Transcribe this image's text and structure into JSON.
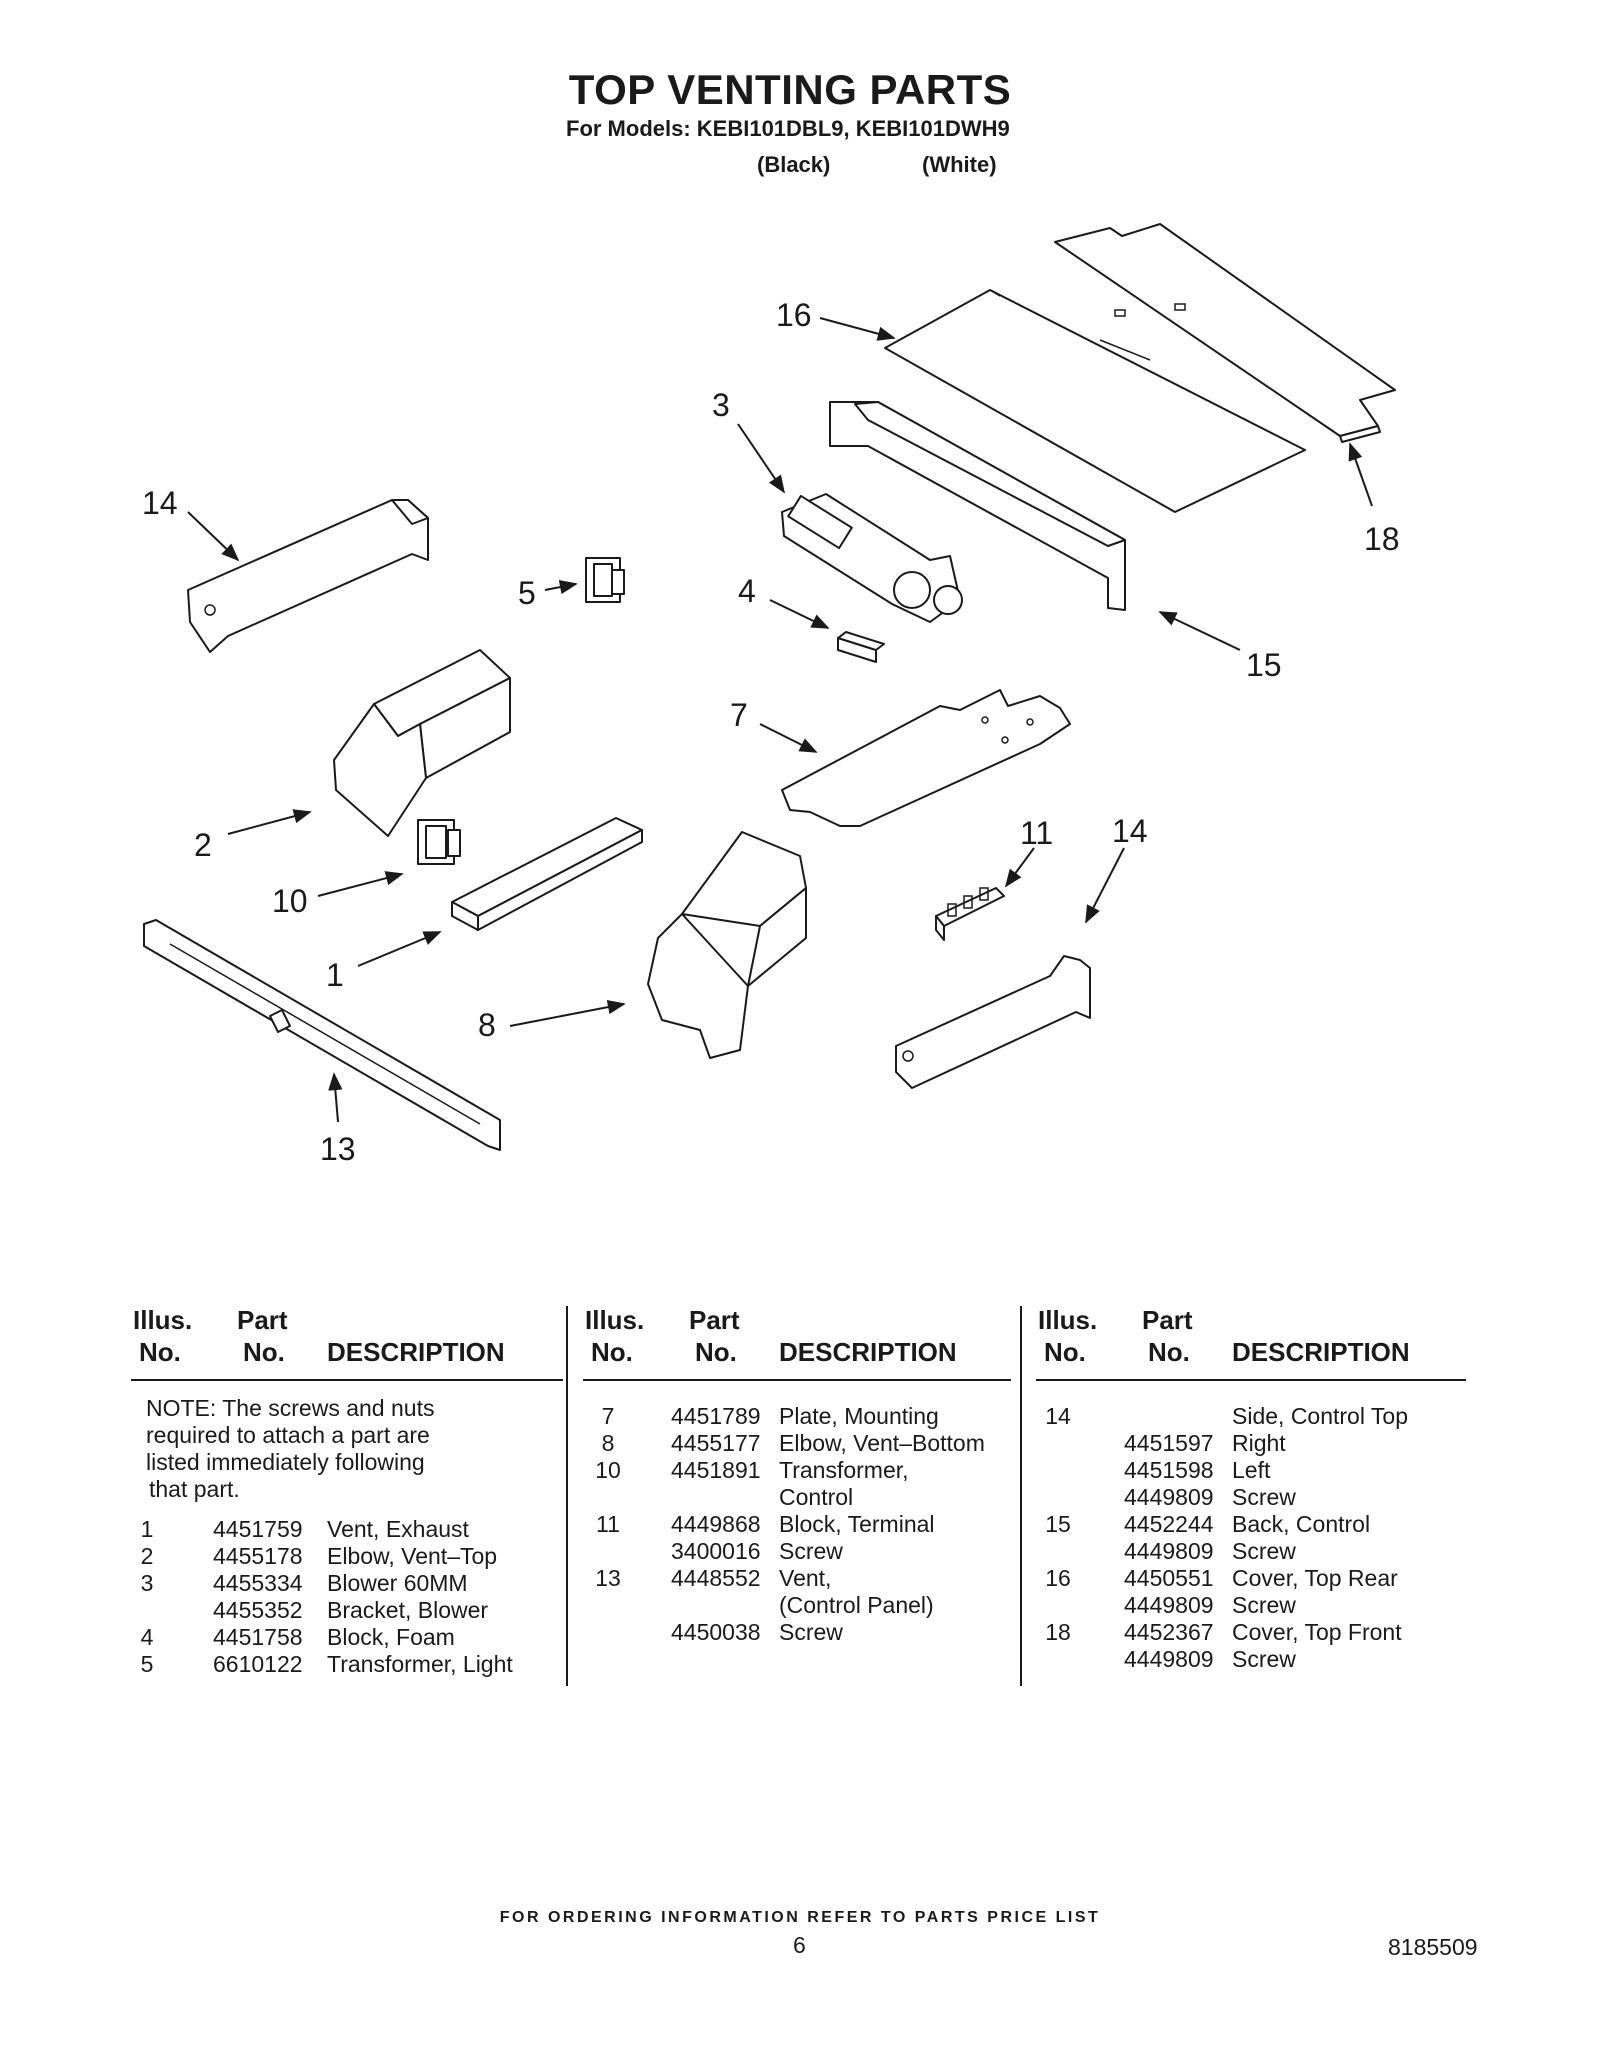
{
  "header": {
    "title": "TOP VENTING PARTS",
    "subtitle": "For Models: KEBI101DBL9, KEBI101DWH9",
    "color_black": "(Black)",
    "color_white": "(White)"
  },
  "callouts": [
    "16",
    "3",
    "14",
    "5",
    "4",
    "18",
    "15",
    "7",
    "2",
    "10",
    "1",
    "8",
    "11",
    "14",
    "13"
  ],
  "table": {
    "headers": {
      "illus_line1": "Illus.",
      "illus_line2": "No.",
      "part_line1": "Part",
      "part_line2": "No.",
      "description": "DESCRIPTION"
    },
    "note": [
      "NOTE: The screws and nuts",
      "required to attach a part are",
      "listed immediately following",
      "that part."
    ],
    "column1": [
      {
        "illus": "1",
        "part": "4451759",
        "desc": "Vent, Exhaust"
      },
      {
        "illus": "2",
        "part": "4455178",
        "desc": "Elbow, Vent–Top"
      },
      {
        "illus": "3",
        "part": "4455334",
        "desc": "Blower 60MM"
      },
      {
        "illus": "",
        "part": "4455352",
        "desc": "Bracket, Blower"
      },
      {
        "illus": "4",
        "part": "4451758",
        "desc": "Block, Foam"
      },
      {
        "illus": "5",
        "part": "6610122",
        "desc": "Transformer, Light"
      }
    ],
    "column2": [
      {
        "illus": "7",
        "part": "4451789",
        "desc": "Plate, Mounting"
      },
      {
        "illus": "8",
        "part": "4455177",
        "desc": "Elbow, Vent–Bottom"
      },
      {
        "illus": "10",
        "part": "4451891",
        "desc": "Transformer,"
      },
      {
        "illus": "",
        "part": "",
        "desc": "Control"
      },
      {
        "illus": "11",
        "part": "4449868",
        "desc": "Block, Terminal"
      },
      {
        "illus": "",
        "part": "3400016",
        "desc": "Screw"
      },
      {
        "illus": "13",
        "part": "4448552",
        "desc": "Vent,"
      },
      {
        "illus": "",
        "part": "",
        "desc": "(Control Panel)"
      },
      {
        "illus": "",
        "part": "4450038",
        "desc": "Screw"
      }
    ],
    "column3": [
      {
        "illus": "14",
        "part": "",
        "desc": "Side, Control Top"
      },
      {
        "illus": "",
        "part": "4451597",
        "desc": "Right"
      },
      {
        "illus": "",
        "part": "4451598",
        "desc": "Left"
      },
      {
        "illus": "",
        "part": "4449809",
        "desc": "Screw"
      },
      {
        "illus": "15",
        "part": "4452244",
        "desc": "Back, Control"
      },
      {
        "illus": "",
        "part": "4449809",
        "desc": "Screw"
      },
      {
        "illus": "16",
        "part": "4450551",
        "desc": "Cover, Top Rear"
      },
      {
        "illus": "",
        "part": "4449809",
        "desc": "Screw"
      },
      {
        "illus": "18",
        "part": "4452367",
        "desc": "Cover, Top Front"
      },
      {
        "illus": "",
        "part": "4449809",
        "desc": "Screw"
      }
    ]
  },
  "footer": {
    "ordering_note": "FOR ORDERING INFORMATION REFER TO PARTS PRICE LIST",
    "page_number": "6",
    "document_number": "8185509"
  }
}
